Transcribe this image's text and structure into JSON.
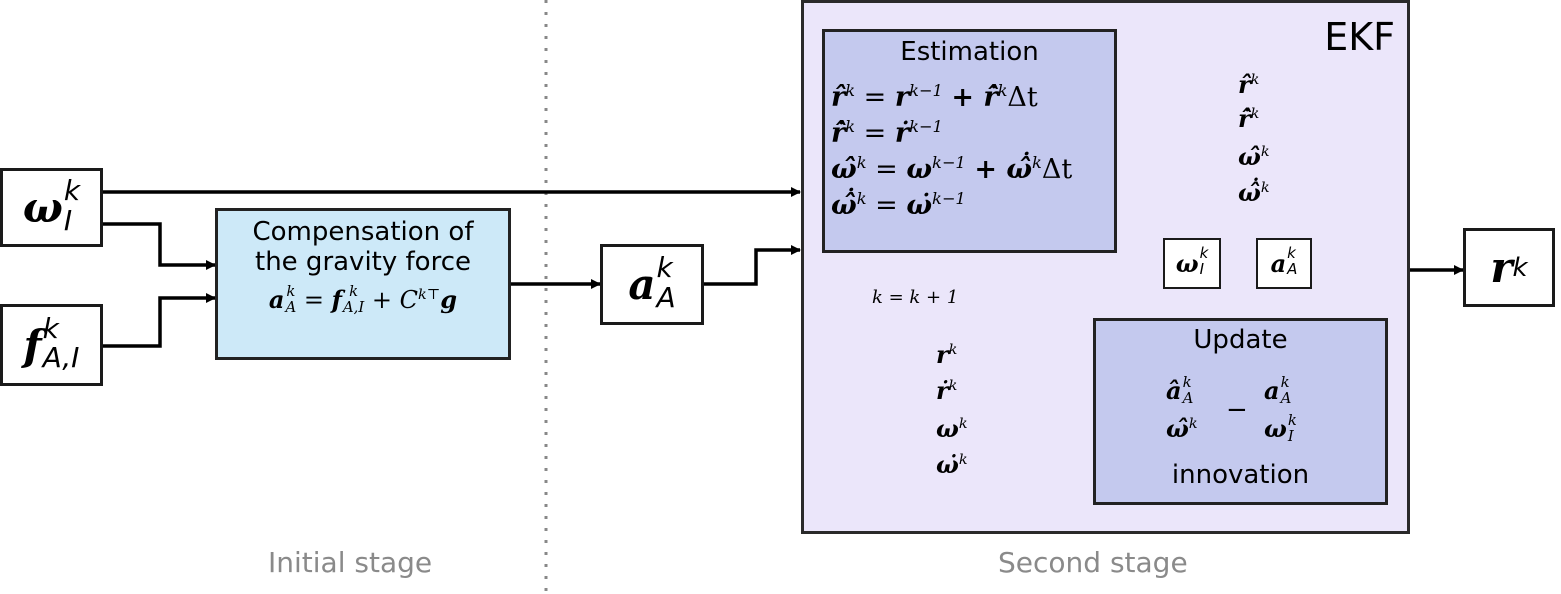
{
  "ekf": {
    "label": "EKF"
  },
  "estimation": {
    "title": "Estimation",
    "eq1": {
      "lhs": "r̂",
      "lsup": "k",
      "rhs_a": "r",
      "rsup_a": "k−1",
      "rhs_b": "+ r̂̇",
      "rsup_b": "k",
      "tail": "Δt"
    },
    "eq2": {
      "lhs": "r̂̇",
      "lsup": "k",
      "rhs": "ṙ",
      "rsup": "k−1"
    },
    "eq3": {
      "lhs": "ω̂",
      "lsup": "k",
      "rhs_a": "ω",
      "rsup_a": "k−1",
      "rhs_b": "+ ω̂̇",
      "rsup_b": "k",
      "tail": "Δt"
    },
    "eq4": {
      "lhs": "ω̂̇",
      "lsup": "k",
      "rhs": "ω̇",
      "rsup": "k−1"
    }
  },
  "update": {
    "title": "Update",
    "caption": "innovation",
    "minus": "−"
  },
  "compensation": {
    "title_line1": "Compensation of",
    "title_line2": "the gravity force",
    "eq_lhs": "a",
    "eq_lhs_sup": "k",
    "eq_lhs_sub": "A",
    "eq_rhs_a": "f",
    "eq_rhs_a_sup": "k",
    "eq_rhs_a_sub": "A,I",
    "eq_plus": "+ C",
    "eq_c_sup": "k⊤",
    "eq_g": "g"
  },
  "inputs": {
    "omega": {
      "sym": "ω",
      "sup": "k",
      "sub": "I"
    },
    "force": {
      "sym": "f",
      "sup": "k",
      "sub": "A,I"
    },
    "accel": {
      "sym": "a",
      "sup": "k",
      "sub": "A"
    }
  },
  "output": {
    "sym": "r",
    "sup": "k"
  },
  "state_estimate": [
    "r̂",
    "r̂̇",
    "ω̂",
    "ω̂̇"
  ],
  "state_corrected": [
    "r",
    "ṙ",
    "ω",
    "ω̇"
  ],
  "state_sup": "k",
  "innovation_left": {
    "top": "â",
    "top_sub": "A",
    "bottom": "ω̂"
  },
  "innovation_right": {
    "top": "a",
    "top_sub": "A",
    "bottom": "ω",
    "bottom_sub": "I"
  },
  "small_inputs": {
    "omega": {
      "sym": "ω",
      "sup": "k",
      "sub": "I"
    },
    "accel": {
      "sym": "a",
      "sup": "k",
      "sub": "A"
    }
  },
  "loop_label": "k = k + 1",
  "stages": {
    "initial": "Initial stage",
    "second": "Second stage"
  }
}
